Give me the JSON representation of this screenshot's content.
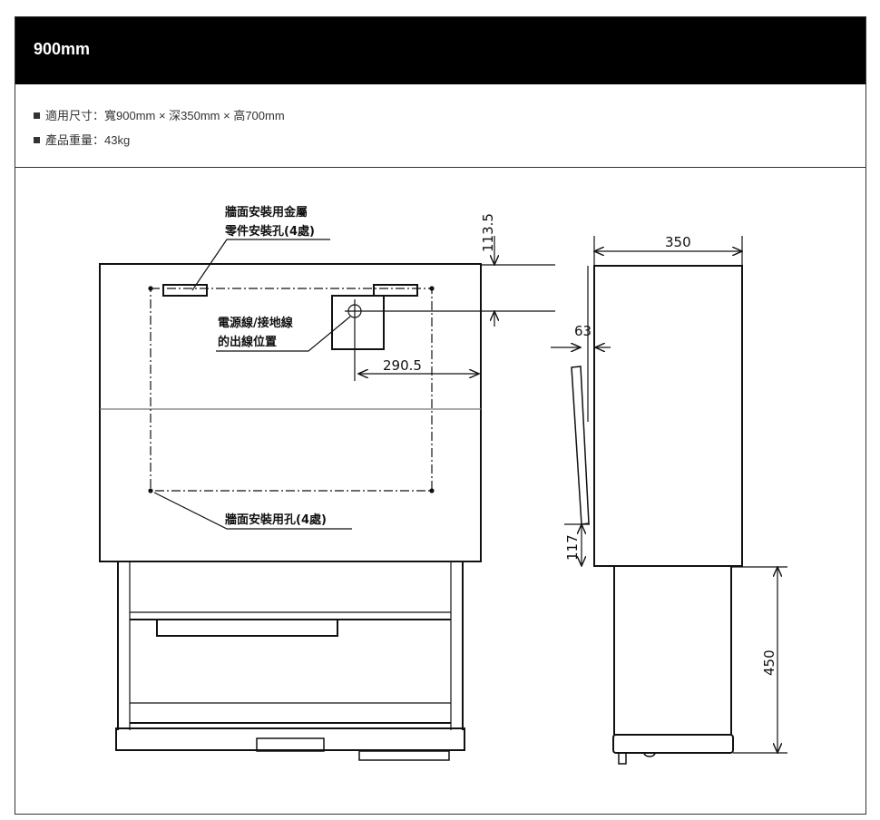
{
  "header": {
    "title": "900mm"
  },
  "specs": [
    {
      "label": "適用尺寸：寬900mm × 深350mm × 高700mm"
    },
    {
      "label": "產品重量：43kg"
    }
  ],
  "drawing": {
    "callout_bracket_line1": "牆面安裝用金屬",
    "callout_bracket_line2": "零件安裝孔(4處)",
    "callout_power_line1": "電源線/接地線",
    "callout_power_line2": "的出線位置",
    "callout_wall_holes": "牆面安裝用孔(4處)",
    "dim_113_5": "113.5",
    "dim_290_5": "290.5",
    "dim_350": "350",
    "dim_63": "63",
    "dim_117": "117",
    "dim_450": "450"
  }
}
